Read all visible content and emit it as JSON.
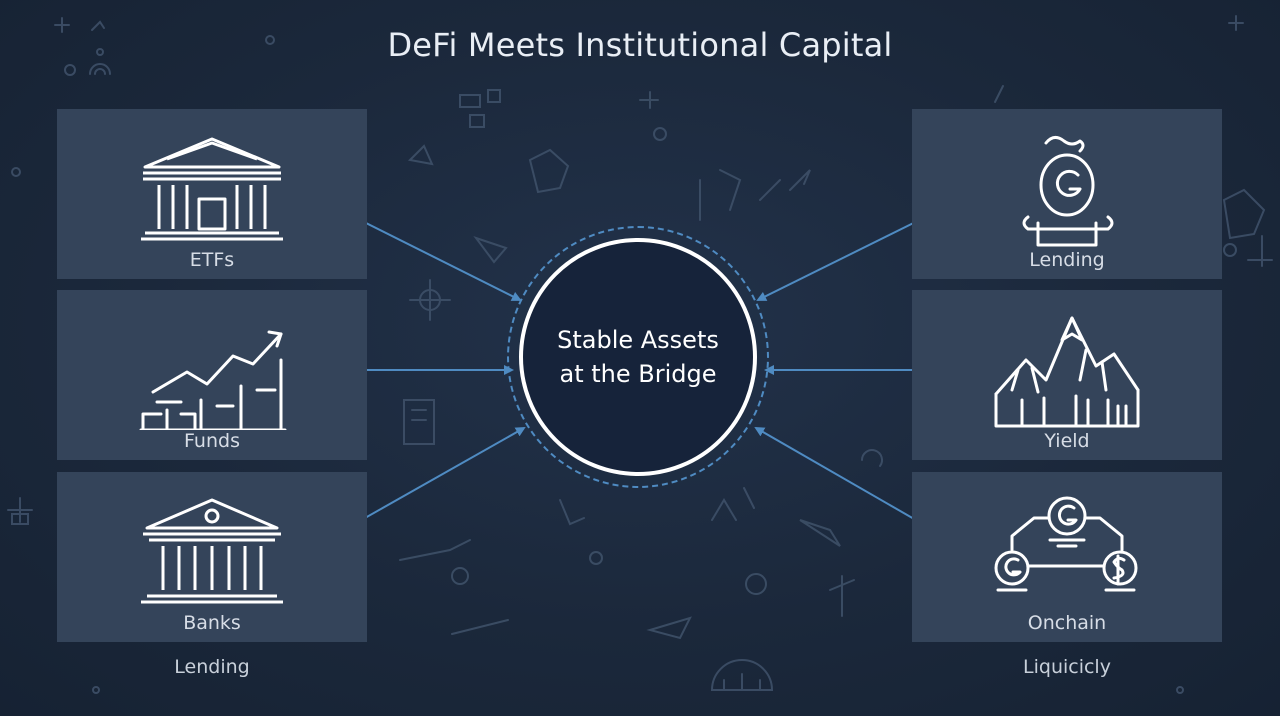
{
  "title": "DeFi Meets Institutional Capital",
  "hub": {
    "line1": "Stable Assets",
    "line2": "at the Bridge"
  },
  "left_panels": [
    {
      "label": "ETFs",
      "icon": "institution-building-icon"
    },
    {
      "label": "Funds",
      "icon": "rising-chart-icon"
    },
    {
      "label": "Banks",
      "icon": "bank-building-icon"
    }
  ],
  "right_panels": [
    {
      "label": "Lending",
      "icon": "coin-person-icon"
    },
    {
      "label": "Yield",
      "icon": "mountain-peaks-icon"
    },
    {
      "label": "Onchain",
      "icon": "linked-coins-icon"
    }
  ],
  "captions": {
    "left": "Lending",
    "right": "Liquicicly"
  },
  "colors": {
    "background": "#1b283b",
    "panel": "#34445a",
    "arrow": "#4f8bc2",
    "hub_border": "#ffffff",
    "text": "#e9eef5"
  }
}
